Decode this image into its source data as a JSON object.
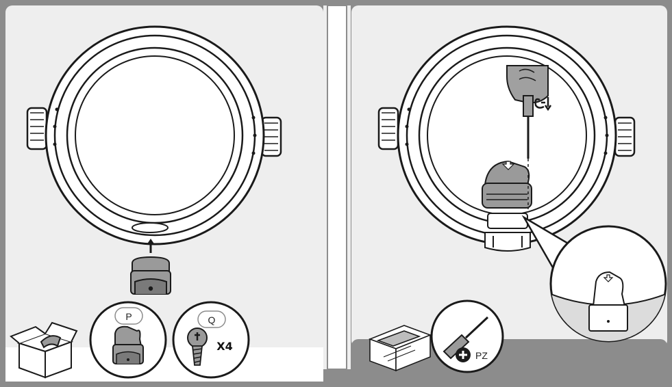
{
  "panel_left": {
    "part_p_label": "P",
    "part_q_label": "Q",
    "screw_count": "X4"
  },
  "panel_right": {
    "screwdriver_type": "PZ"
  },
  "colors": {
    "frame": "#8c8c8c",
    "panel_bg": "#eeeeee",
    "line": "#1a1a1a",
    "part_fill": "#9a9a9a",
    "part_fill_dark": "#6f6f6f"
  }
}
